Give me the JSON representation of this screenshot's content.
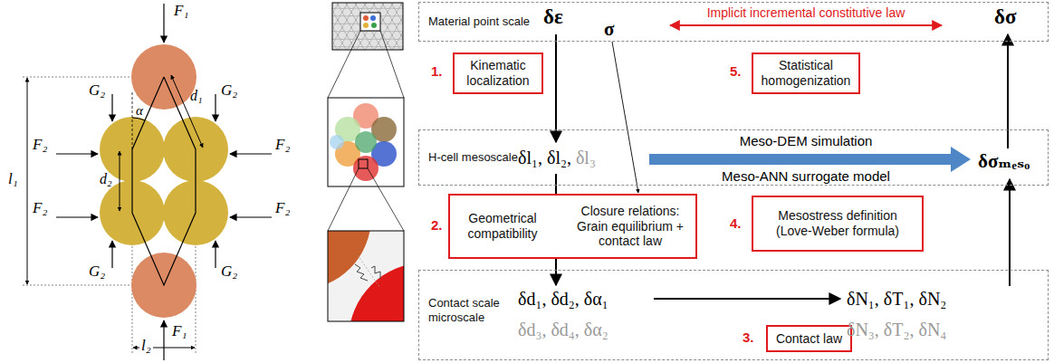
{
  "diagram": {
    "nodes": [
      {
        "text": [
          "Material point scale"
        ]
      },
      {
        "text": [
          "Kinematic localization"
        ]
      },
      {
        "text": [
          "Statistical homogenization"
        ]
      },
      {
        "text": [
          "H-cell mesoscale"
        ]
      },
      {
        "text": [
          "Geometrical compatibility",
          "Closure relations: Grain equilibrium + contact law"
        ]
      },
      {
        "text": [
          "Mesostress definition (Love-Weber formula)"
        ]
      },
      {
        "text": [
          "Contact scale microscale"
        ]
      },
      {
        "text": [
          "Contact law"
        ],
        "in": 6
      }
    ],
    "labels": [
      "F₁",
      "F₁",
      "G₂",
      "G₂",
      "F₂",
      "F₂",
      "F₂",
      "F₂",
      "G₂",
      "G₂",
      "α",
      "d₁",
      "d₂",
      "l₁",
      "l₂",
      "Implicit incremental constitutive law",
      "δε",
      "σ",
      "δσ",
      "1.",
      "5.",
      "δl₁, δl₂,",
      "δl₃",
      "Meso-DEM simulation",
      "Meso-ANN surrogate model",
      "δσₘₑₛₒ",
      "2.",
      "4.",
      "δd₁, δd₂, δα₁",
      "δd₃, δd₄, δα₂",
      "3.",
      "δN₁, δT₁, δN₂",
      "δN₃, δT₂, δN₄"
    ]
  }
}
